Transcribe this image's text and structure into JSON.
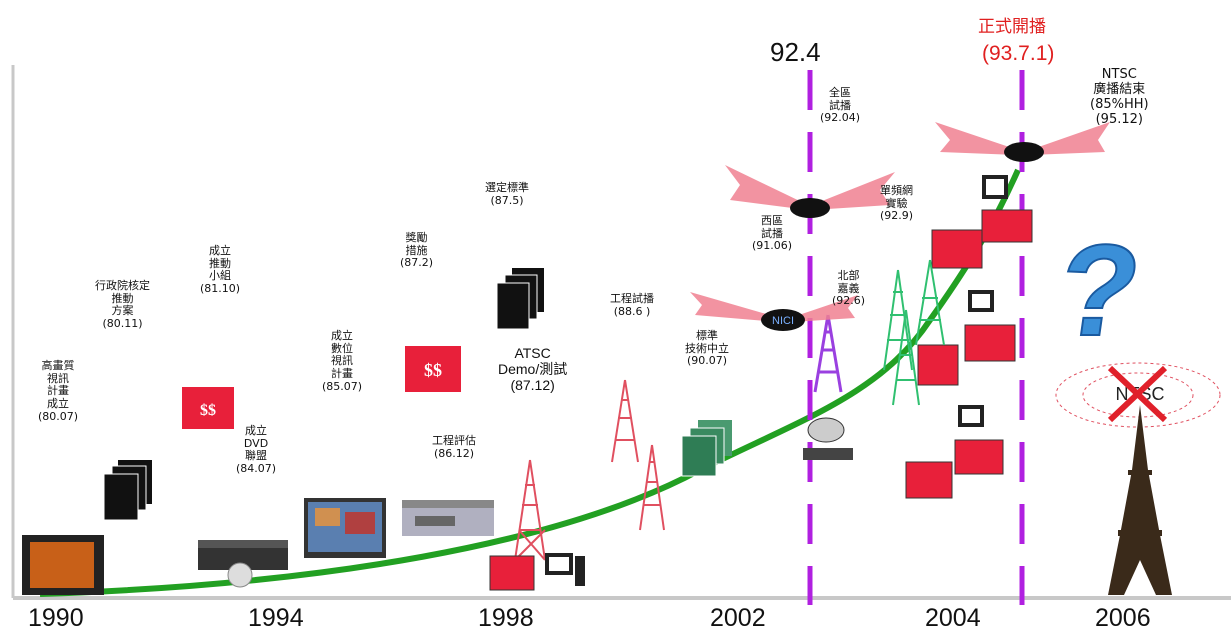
{
  "years": [
    "1990",
    "1994",
    "1998",
    "2002",
    "2004",
    "2006"
  ],
  "markers": [
    {
      "label": "92.4",
      "color": "#b020e0"
    },
    {
      "label_cn": "正式開播",
      "label": "(93.7.1)",
      "color": "#b020e0",
      "text_color": "#e02020"
    }
  ],
  "events": [
    {
      "text": "高畫質\n視訊\n計畫\n成立\n(80.07)"
    },
    {
      "text": "行政院核定\n推動\n方案\n(80.11)"
    },
    {
      "text": "成立\n推動\n小組\n(81.10)"
    },
    {
      "text": "成立\nDVD\n聯盟\n(84.07)"
    },
    {
      "text": "成立\n數位\n視訊\n計畫\n(85.07)"
    },
    {
      "text": "工程評估\n(86.12)"
    },
    {
      "text": "獎勵\n措施\n(87.2)"
    },
    {
      "text": "選定標準\n(87.5)"
    },
    {
      "text": "ATSC\nDemo/測試\n(87.12)"
    },
    {
      "text": "工程試播\n(88.6 )"
    },
    {
      "text": "標準\n技術中立\n(90.07)"
    },
    {
      "text": "西區\n試播\n(91.06)"
    },
    {
      "text": "全區\n試播\n(92.04)"
    },
    {
      "text": "北部\n嘉義\n(92.6)"
    },
    {
      "text": "單頻網\n實驗\n(92.9)"
    },
    {
      "text": "NTSC\n廣播結束\n(85%HH)\n(95.12)"
    }
  ],
  "icons": {
    "dollar_badge": "$$",
    "nici_badge": "NICI",
    "ntsc_badge": "NTSC",
    "question_mark": "?"
  },
  "colors": {
    "curve": "#22a022",
    "marker_line": "#b020e0",
    "red_label": "#e02020",
    "dollar_box": "#e8203a",
    "wing": "#f08090",
    "tower_red": "#e05060",
    "tower_green": "#30c070",
    "question": "#3a8fd8"
  }
}
